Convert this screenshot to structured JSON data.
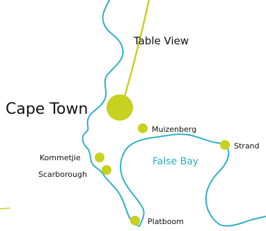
{
  "colors": {
    "coastline": "#2ab0c8",
    "road": "#c8d020",
    "marker": "#c8d020",
    "label": "#111111",
    "water_label": "#2ab0c8"
  },
  "places": {
    "cape_town": "Cape Town",
    "table_view": "Table View",
    "muizenberg": "Muizenberg",
    "strand": "Strand",
    "kommetjie": "Kommetjie",
    "scarborough": "Scarborough",
    "platboom": "Platboom"
  },
  "water": {
    "false_bay": "False Bay"
  }
}
